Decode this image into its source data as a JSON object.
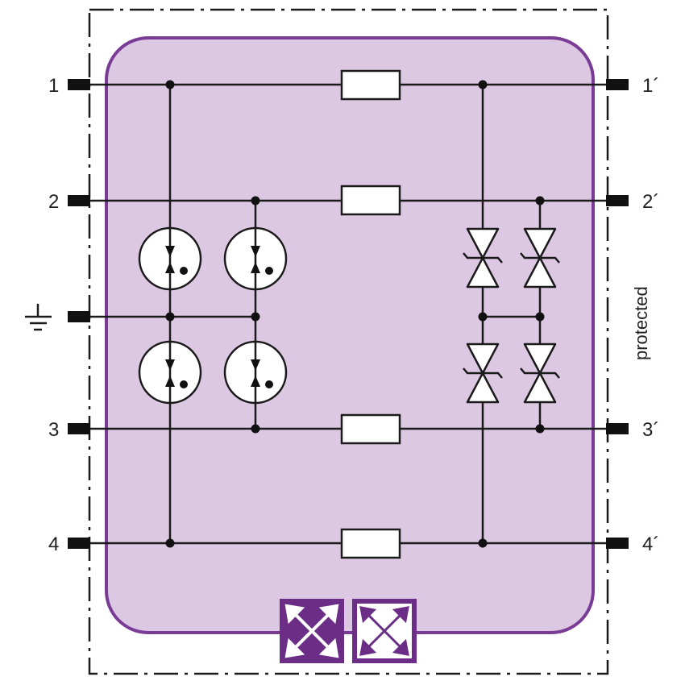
{
  "colors": {
    "panel_fill": "#dcc8e2",
    "panel_stroke": "#7a3b95",
    "wire": "#1a1a1a",
    "connector": "#111111",
    "resistor_fill": "#ffffff",
    "logo_dark": "#6b2d86",
    "logo_light": "#ffffff"
  },
  "terminals": {
    "left": [
      "1",
      "2",
      "3",
      "4"
    ],
    "right": [
      "1´",
      "2´",
      "3´",
      "4´"
    ]
  },
  "labels": {
    "protected": "protected"
  },
  "icons": {
    "ground": "ground-icon",
    "gas_discharge_tube": "gas-discharge-tube-icon",
    "tvs_diode": "tvs-diode-icon",
    "logo_left": "crossed-arrows-logo-icon",
    "logo_right": "crossed-arrows-logo-outline-icon"
  },
  "components": {
    "resistors": 4,
    "gas_discharge_tubes": 4,
    "tvs_diode_pairs": 2
  }
}
